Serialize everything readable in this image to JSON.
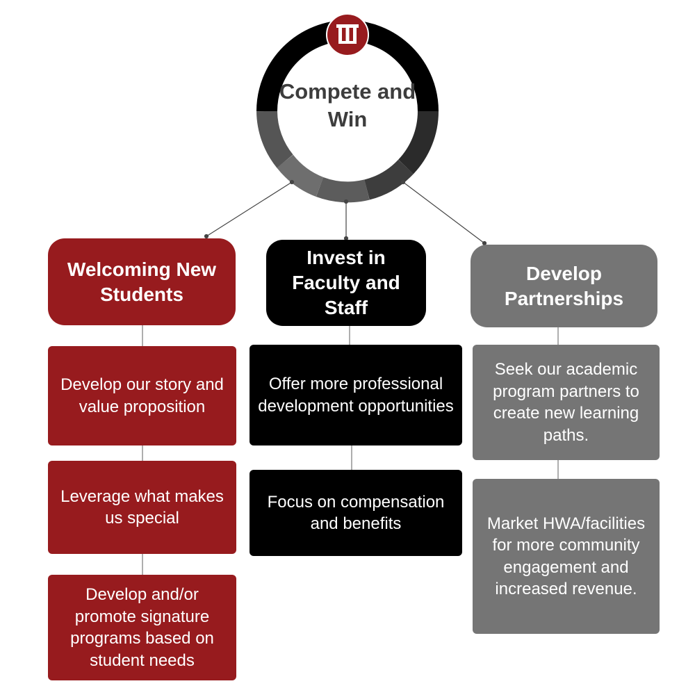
{
  "center": {
    "title": "Compete and Win"
  },
  "pillars": [
    {
      "title": "Welcoming New Students",
      "color": "#971b1e",
      "items": [
        "Develop our story and value proposition",
        "Leverage what makes us special",
        "Develop and/or promote signature programs based on student needs"
      ]
    },
    {
      "title": "Invest in Faculty and Staff",
      "color": "#000000",
      "items": [
        "Offer more professional development opportunities",
        "Focus on compensation and benefits"
      ]
    },
    {
      "title": "Develop Partnerships",
      "color": "#757575",
      "items": [
        "Seek our academic program partners to create new learning paths.",
        "Market HWA/facilities for more community engagement and increased revenue."
      ]
    }
  ],
  "logo": {
    "icon": "university-logo-icon"
  }
}
